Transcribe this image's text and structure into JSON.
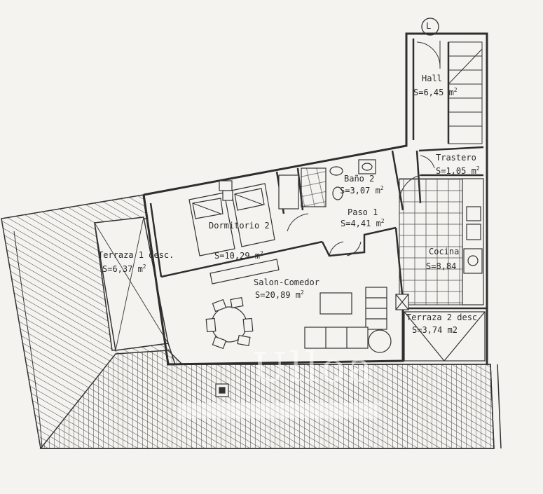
{
  "plan": {
    "orientation_marker": "L",
    "rooms": [
      {
        "id": "hall",
        "name": "Hall",
        "area": "S=6,45 m",
        "unit_sup": "2"
      },
      {
        "id": "trastero",
        "name": "Trastero",
        "area": "S=1,05 m",
        "unit_sup": "2"
      },
      {
        "id": "bano2",
        "name": "Baño 2",
        "area": "S=3,07 m",
        "unit_sup": "2"
      },
      {
        "id": "paso1",
        "name": "Paso 1",
        "area": "S=4,41 m",
        "unit_sup": "2"
      },
      {
        "id": "dormitorio2",
        "name": "Dormitorio 2",
        "area": "S=10,29 m",
        "unit_sup": "2"
      },
      {
        "id": "cocina",
        "name": "Cocina",
        "area": "S=8,84",
        "unit_sup": ""
      },
      {
        "id": "terraza1",
        "name": "Terraza 1 desc.",
        "area": "S=6,37 m",
        "unit_sup": "2"
      },
      {
        "id": "salon",
        "name": "Salon-Comedor",
        "area": "S=20,89 m",
        "unit_sup": "2"
      },
      {
        "id": "terraza2",
        "name": "Terraza 2 desc",
        "area": "S=3,74 m2",
        "unit_sup": ""
      }
    ],
    "watermark": "Ulloa",
    "colors": {
      "line": "#3a3a3a",
      "paper": "#f4f3ef"
    }
  }
}
